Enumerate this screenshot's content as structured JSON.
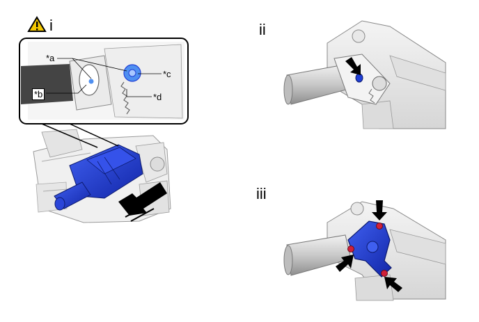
{
  "steps": {
    "step1": "i",
    "step2": "ii",
    "step3": "iii"
  },
  "callouts": {
    "a": "*a",
    "b": "*b",
    "c": "*c",
    "d": "*d"
  },
  "icons": {
    "caution": "warning-triangle-icon"
  },
  "colors": {
    "part_blue": "#1f3fd6",
    "bolt_red": "#d0203a",
    "highlight_blue": "#4f8ff0"
  }
}
